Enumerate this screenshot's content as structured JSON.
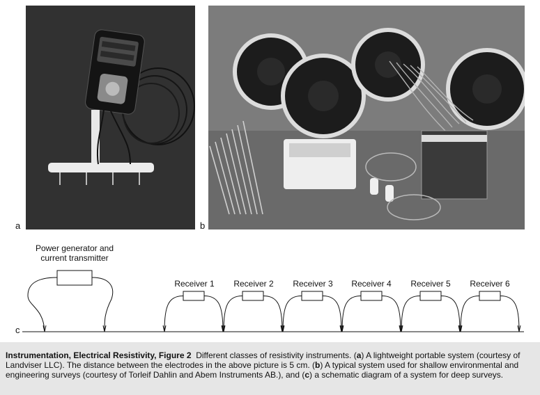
{
  "panels": {
    "a": "a",
    "b": "b",
    "c": "c"
  },
  "diagram": {
    "generator_label_line1": "Power generator and",
    "generator_label_line2": "current transmitter",
    "receivers": [
      "Receiver 1",
      "Receiver 2",
      "Receiver 3",
      "Receiver 4",
      "Receiver 5",
      "Receiver 6"
    ]
  },
  "caption": {
    "title": "Instrumentation, Electrical Resistivity, Figure 2",
    "text_intro": "Different classes of resistivity instruments. (",
    "a_letter": "a",
    "text_a": ") A lightweight portable system (courtesy of Landviser LLC). The distance between the electrodes in the above picture is 5 cm. (",
    "b_letter": "b",
    "text_b": ") A typical system used for shallow environmental and engineering surveys (courtesy of Torleif Dahlin and Abem Instruments AB.), and (",
    "c_letter": "c",
    "text_c": ") a schematic diagram of a system for deep surveys."
  }
}
